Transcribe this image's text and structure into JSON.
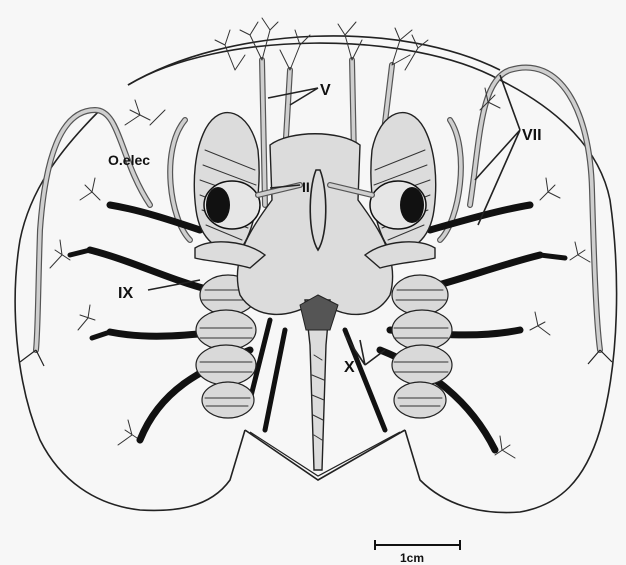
{
  "figure": {
    "labels": {
      "organ": "O.elec",
      "nerve_v": "V",
      "nerve_ii": "II",
      "nerve_vii": "VII",
      "nerve_ix": "IX",
      "nerve_x": "X"
    },
    "scale_bar": {
      "label": "1cm"
    }
  }
}
